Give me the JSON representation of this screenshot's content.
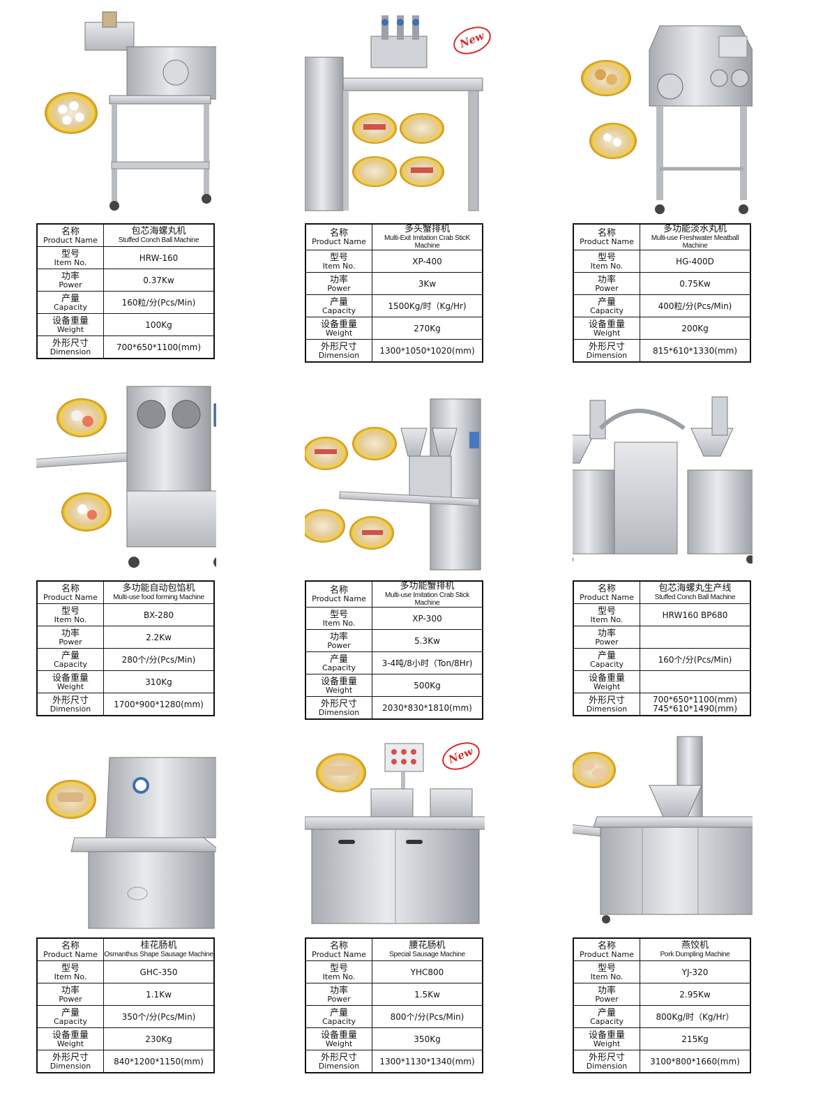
{
  "labels": {
    "name": {
      "zh": "名称",
      "en": "Product Name"
    },
    "item": {
      "zh": "型号",
      "en": "Item No."
    },
    "power": {
      "zh": "功率",
      "en": "Power"
    },
    "capacity": {
      "zh": "产量",
      "en": "Capacity"
    },
    "weight": {
      "zh": "设备重量",
      "en": "Weight"
    },
    "dimension": {
      "zh": "外形尺寸",
      "en": "Dimension"
    }
  },
  "badge_text": "New",
  "products": [
    {
      "name_zh": "包芯海螺丸机",
      "name_en": "Stuffed Conch Ball Machine",
      "item": "HRW-160",
      "power": "0.37Kw",
      "capacity": "160粒/分(Pcs/Min)",
      "weight": "100Kg",
      "dimension": "700*650*1100(mm)"
    },
    {
      "name_zh": "多头蟹排机",
      "name_en": "Multi-Exit Imitation Crab SticK Machine",
      "item": "XP-400",
      "power": "3Kw",
      "capacity": "1500Kg/时（Kg/Hr)",
      "weight": "270Kg",
      "dimension": "1300*1050*1020(mm)"
    },
    {
      "name_zh": "多功能淡水丸机",
      "name_en": "Multi-use  Freshwater Meatball Machine",
      "item": "HG-400D",
      "power": "0.75Kw",
      "capacity": "400粒/分(Pcs/Min)",
      "weight": "200Kg",
      "dimension": "815*610*1330(mm)"
    },
    {
      "name_zh": "多功能自动包馅机",
      "name_en": "Multi-use food forming Machine",
      "item": "BX-280",
      "power": "2.2Kw",
      "capacity": "280个/分(Pcs/Min)",
      "weight": "310Kg",
      "dimension": "1700*900*1280(mm)"
    },
    {
      "name_zh": "多功能蟹排机",
      "name_en": "Multi-use Imitation Crab Stick Machine",
      "item": "XP-300",
      "power": "5.3Kw",
      "capacity": "3-4吨/8小时（Ton/8Hr)",
      "weight": "500Kg",
      "dimension": "2030*830*1810(mm)"
    },
    {
      "name_zh": "包芯海螺丸生产线",
      "name_en": "Stuffed Conch Ball Machine",
      "item": "HRW160  BP680",
      "power": "",
      "capacity": "160个/分(Pcs/Min)",
      "weight": "",
      "dimension": "700*650*1100(mm)",
      "dimension2": "745*610*1490(mm)"
    },
    {
      "name_zh": "桂花肠机",
      "name_en": "Osmanthus Shape Sausage Machine",
      "item": "GHC-350",
      "power": "1.1Kw",
      "capacity": "350个/分(Pcs/Min)",
      "weight": "230Kg",
      "dimension": "840*1200*1150(mm)"
    },
    {
      "name_zh": "腰花肠机",
      "name_en": "Special Sausage Machine",
      "item": "YHC800",
      "power": "1.5Kw",
      "capacity": "800个/分(Pcs/Min)",
      "weight": "350Kg",
      "dimension": "1300*1130*1340(mm)"
    },
    {
      "name_zh": "燕饺机",
      "name_en": "Pork Dumpling Machine",
      "item": "YJ-320",
      "power": "2.95Kw",
      "capacity": "800Kg/时（Kg/Hr）",
      "weight": "215Kg",
      "dimension": "3100*800*1660(mm)"
    }
  ]
}
